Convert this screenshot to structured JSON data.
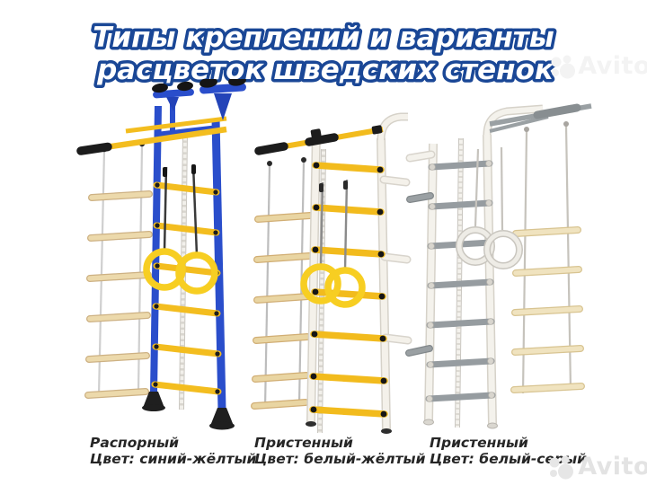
{
  "header": {
    "title_line1": "Типы креплений и варианты",
    "title_line2": "расцветок шведских стенок"
  },
  "products": [
    {
      "mount_type": "Распорный",
      "color_label": "Цвет: синий-жёлтый",
      "frame_color": "#2a4ecb",
      "accent_color": "#f3bd1f"
    },
    {
      "mount_type": "Пристенный",
      "color_label": "Цвет: белый-жёлтый",
      "frame_color": "#f2efe9",
      "accent_color": "#f2bb1d"
    },
    {
      "mount_type": "Пристенный",
      "color_label": "Цвет: белый-серый",
      "frame_color": "#f3f1ec",
      "accent_color": "#9aa0a3"
    }
  ],
  "watermark": {
    "text": "Avito"
  },
  "colors": {
    "title_outline_blue": "#1a4796",
    "caption_text": "#262626",
    "watermark_gray": "#e3e3e3",
    "background": "#ffffff",
    "wood_rung": "#e8d29c",
    "rope_white": "#f2f0eb",
    "black_fittings": "#1f1f1f"
  }
}
